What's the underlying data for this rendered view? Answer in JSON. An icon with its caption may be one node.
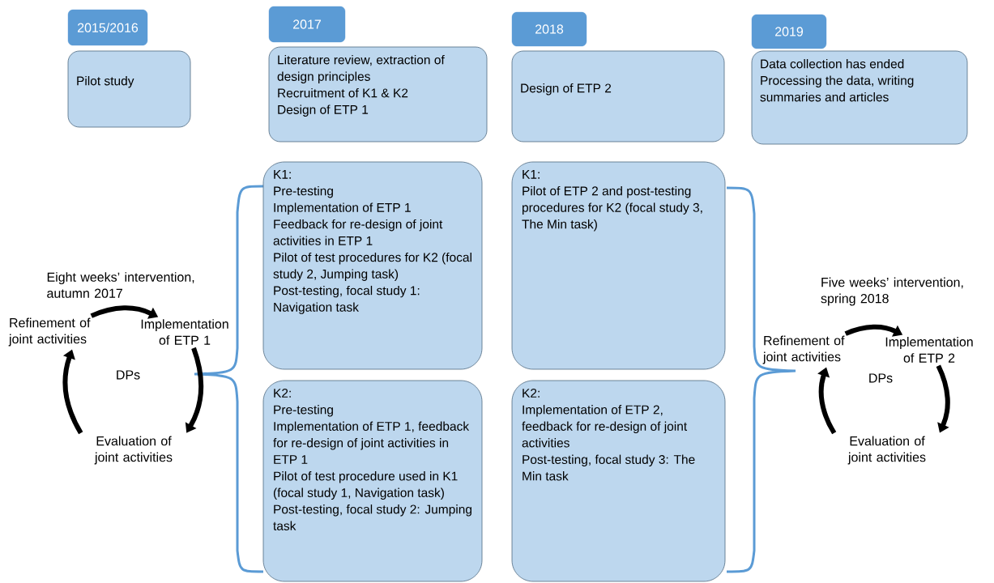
{
  "diagram": {
    "nodes": [
      {
        "text": [
          "2015/2016"
        ]
      },
      {
        "text": [
          "Pilot study"
        ]
      },
      {
        "text": [
          "2017"
        ]
      },
      {
        "text": [
          "Literature review, extraction of design principles",
          "Recruitment of K1 & K2",
          "Design of ETP 1"
        ]
      },
      {
        "text": [
          "2018"
        ]
      },
      {
        "text": [
          "Design of ETP 2"
        ]
      },
      {
        "text": [
          "2019"
        ]
      },
      {
        "text": [
          "Data collection has ended",
          "Processing the data, writing summaries and articles"
        ]
      },
      {
        "text": [
          "K1:",
          "Pre-testing",
          "Implementation of ETP 1",
          "Feedback for re-design of joint activities in ETP 1",
          "Pilot of test procedures for K2 (focal study 2, Jumping task)",
          "Post-testing, focal study 1: Navigation task"
        ]
      },
      {
        "text": [
          "K2:",
          "Pre-testing",
          "Implementation of ETP 1, feedback for re-design of joint activities in ETP 1",
          "Pilot of test procedure used in K1 (focal study 1, Navigation task)",
          "Post-testing, focal study 2: Jumping task"
        ]
      },
      {
        "text": [
          "K1:",
          "Pilot of ETP 2 and post-testing procedures for K2 (focal study 3, The Min task)"
        ]
      },
      {
        "text": [
          "K2:",
          "Implementation of ETP 2, feedback for re-design of joint activities",
          "Post-testing, focal study 3: The Min task"
        ]
      },
      {
        "text": [
          "Refinement of joint activities"
        ]
      },
      {
        "text": [
          "Implementation of ETP 1"
        ]
      },
      {
        "text": [
          "Evaluation of joint activities"
        ]
      },
      {
        "text": [
          "Refinement of joint activities"
        ]
      },
      {
        "text": [
          "Implementation of ETP 2"
        ]
      },
      {
        "text": [
          "Evaluation of joint activities"
        ]
      }
    ],
    "edges": [
      {
        "from": 12,
        "to": 13,
        "arrow": "to"
      },
      {
        "from": 13,
        "to": 14,
        "arrow": "to"
      },
      {
        "from": 14,
        "to": 12,
        "arrow": "to"
      },
      {
        "from": 15,
        "to": 16,
        "arrow": "to"
      },
      {
        "from": 16,
        "to": 17,
        "arrow": "to"
      },
      {
        "from": 17,
        "to": 15,
        "arrow": "to"
      }
    ],
    "labels": [
      "Eight weeks’ intervention, autumn 2017",
      "DPs",
      "Five weeks’ intervention, spring 2018",
      "DPs"
    ]
  }
}
